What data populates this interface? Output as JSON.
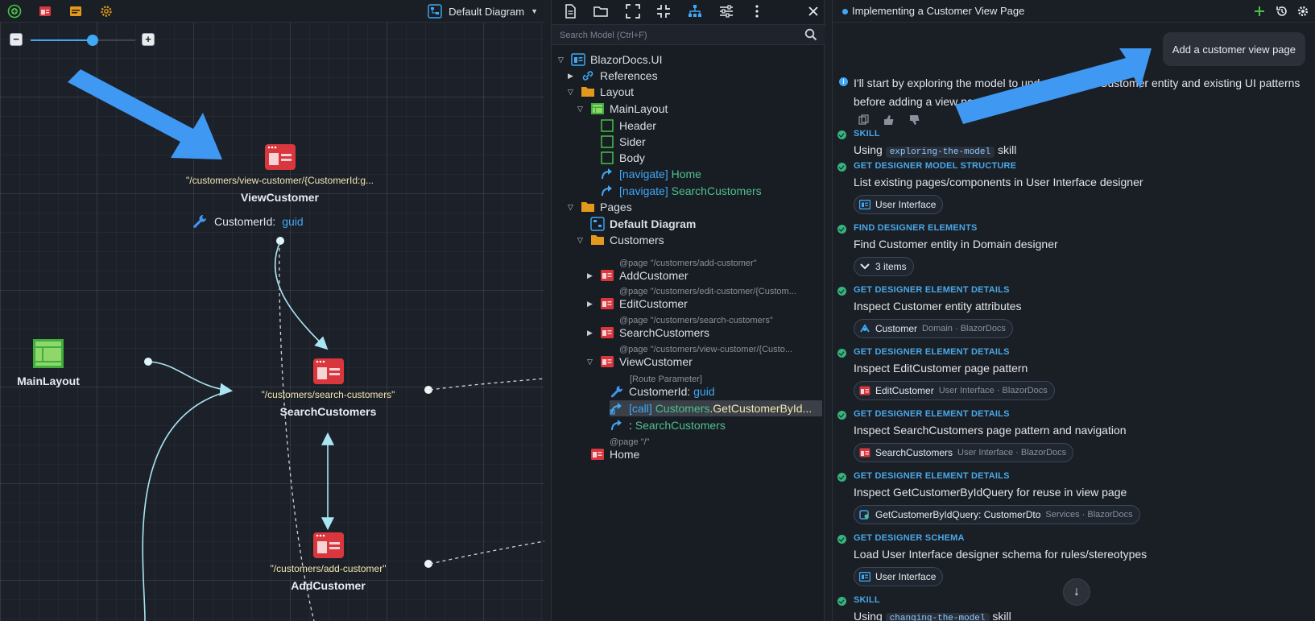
{
  "diagram": {
    "selector_label": "Default Diagram",
    "zoom_minus": "−",
    "zoom_plus": "+",
    "zoom_level_fraction": 0.58,
    "nodes": {
      "view_customer": {
        "route": "\"/customers/view-customer/{CustomerId:g...",
        "name": "ViewCustomer",
        "param_name": "CustomerId:",
        "param_type": "guid"
      },
      "main_layout": {
        "name": "MainLayout"
      },
      "search_customers": {
        "route": "\"/customers/search-customers\"",
        "name": "SearchCustomers"
      },
      "add_customer": {
        "route": "\"/customers/add-customer\"",
        "name": "AddCustomer"
      }
    }
  },
  "tree": {
    "search_placeholder": "Search Model (Ctrl+F)",
    "root": "BlazorDocs.UI",
    "references": "References",
    "layout": "Layout",
    "main_layout": "MainLayout",
    "header": "Header",
    "sider": "Sider",
    "body": "Body",
    "nav_home_kw": "[navigate]",
    "nav_home": "Home",
    "nav_search_kw": "[navigate]",
    "nav_search": "SearchCustomers",
    "pages": "Pages",
    "default_diagram": "Default Diagram",
    "customers": "Customers",
    "add_annot": "@page \"/customers/add-customer\"",
    "add_customer": "AddCustomer",
    "edit_annot": "@page \"/customers/edit-customer/{Custom...",
    "edit_customer": "EditCustomer",
    "search_annot": "@page \"/customers/search-customers\"",
    "search_customers": "SearchCustomers",
    "view_annot": "@page \"/customers/view-customer/{Custo...",
    "view_customer": "ViewCustomer",
    "route_param_annot": "[Route Parameter]",
    "customer_id": "CustomerId:",
    "customer_id_type": "guid",
    "call_kw": "[call]",
    "call_target_a": "Customers",
    "call_target_b": ".GetCustomerById...",
    "nav_target_prefix": ":",
    "nav_target": "SearchCustomers",
    "home_annot": "@page \"/\"",
    "home": "Home"
  },
  "chat": {
    "title": "Implementing a Customer View Page",
    "user_message": "Add a customer view page",
    "assistant_message": "I'll start by exploring the model to understand the Customer entity and existing UI patterns before adding a view page.",
    "steps": [
      {
        "kind": "SKILL",
        "desc_pre": "Using",
        "code": "exploring-the-model",
        "desc_post": "skill"
      },
      {
        "kind": "GET DESIGNER MODEL STRUCTURE",
        "desc": "List existing pages/components in User Interface designer",
        "chip": "User Interface",
        "chip_sub": ""
      },
      {
        "kind": "FIND DESIGNER ELEMENTS",
        "desc": "Find Customer entity in Domain designer",
        "chip": "3 items",
        "chip_sub": ""
      },
      {
        "kind": "GET DESIGNER ELEMENT DETAILS",
        "desc": "Inspect Customer entity attributes",
        "chip": "Customer",
        "chip_sub": "Domain · BlazorDocs"
      },
      {
        "kind": "GET DESIGNER ELEMENT DETAILS",
        "desc": "Inspect EditCustomer page pattern",
        "chip": "EditCustomer",
        "chip_sub": "User Interface · BlazorDocs"
      },
      {
        "kind": "GET DESIGNER ELEMENT DETAILS",
        "desc": "Inspect SearchCustomers page pattern and navigation",
        "chip": "SearchCustomers",
        "chip_sub": "User Interface · BlazorDocs"
      },
      {
        "kind": "GET DESIGNER ELEMENT DETAILS",
        "desc": "Inspect GetCustomerByIdQuery for reuse in view page",
        "chip": "GetCustomerByIdQuery: CustomerDto",
        "chip_sub": "Services · BlazorDocs"
      },
      {
        "kind": "GET DESIGNER SCHEMA",
        "desc": "Load User Interface designer schema for rules/stereotypes",
        "chip": "User Interface",
        "chip_sub": ""
      },
      {
        "kind": "SKILL",
        "desc_pre": "Using",
        "code": "changing-the-model",
        "desc_post": "skill"
      }
    ],
    "scroll_down": "↓"
  },
  "colors": {
    "accent": "#3fa9f5",
    "page_icon": "#d9363e",
    "success": "#36b37e",
    "route_text": "#f1e6b0"
  }
}
